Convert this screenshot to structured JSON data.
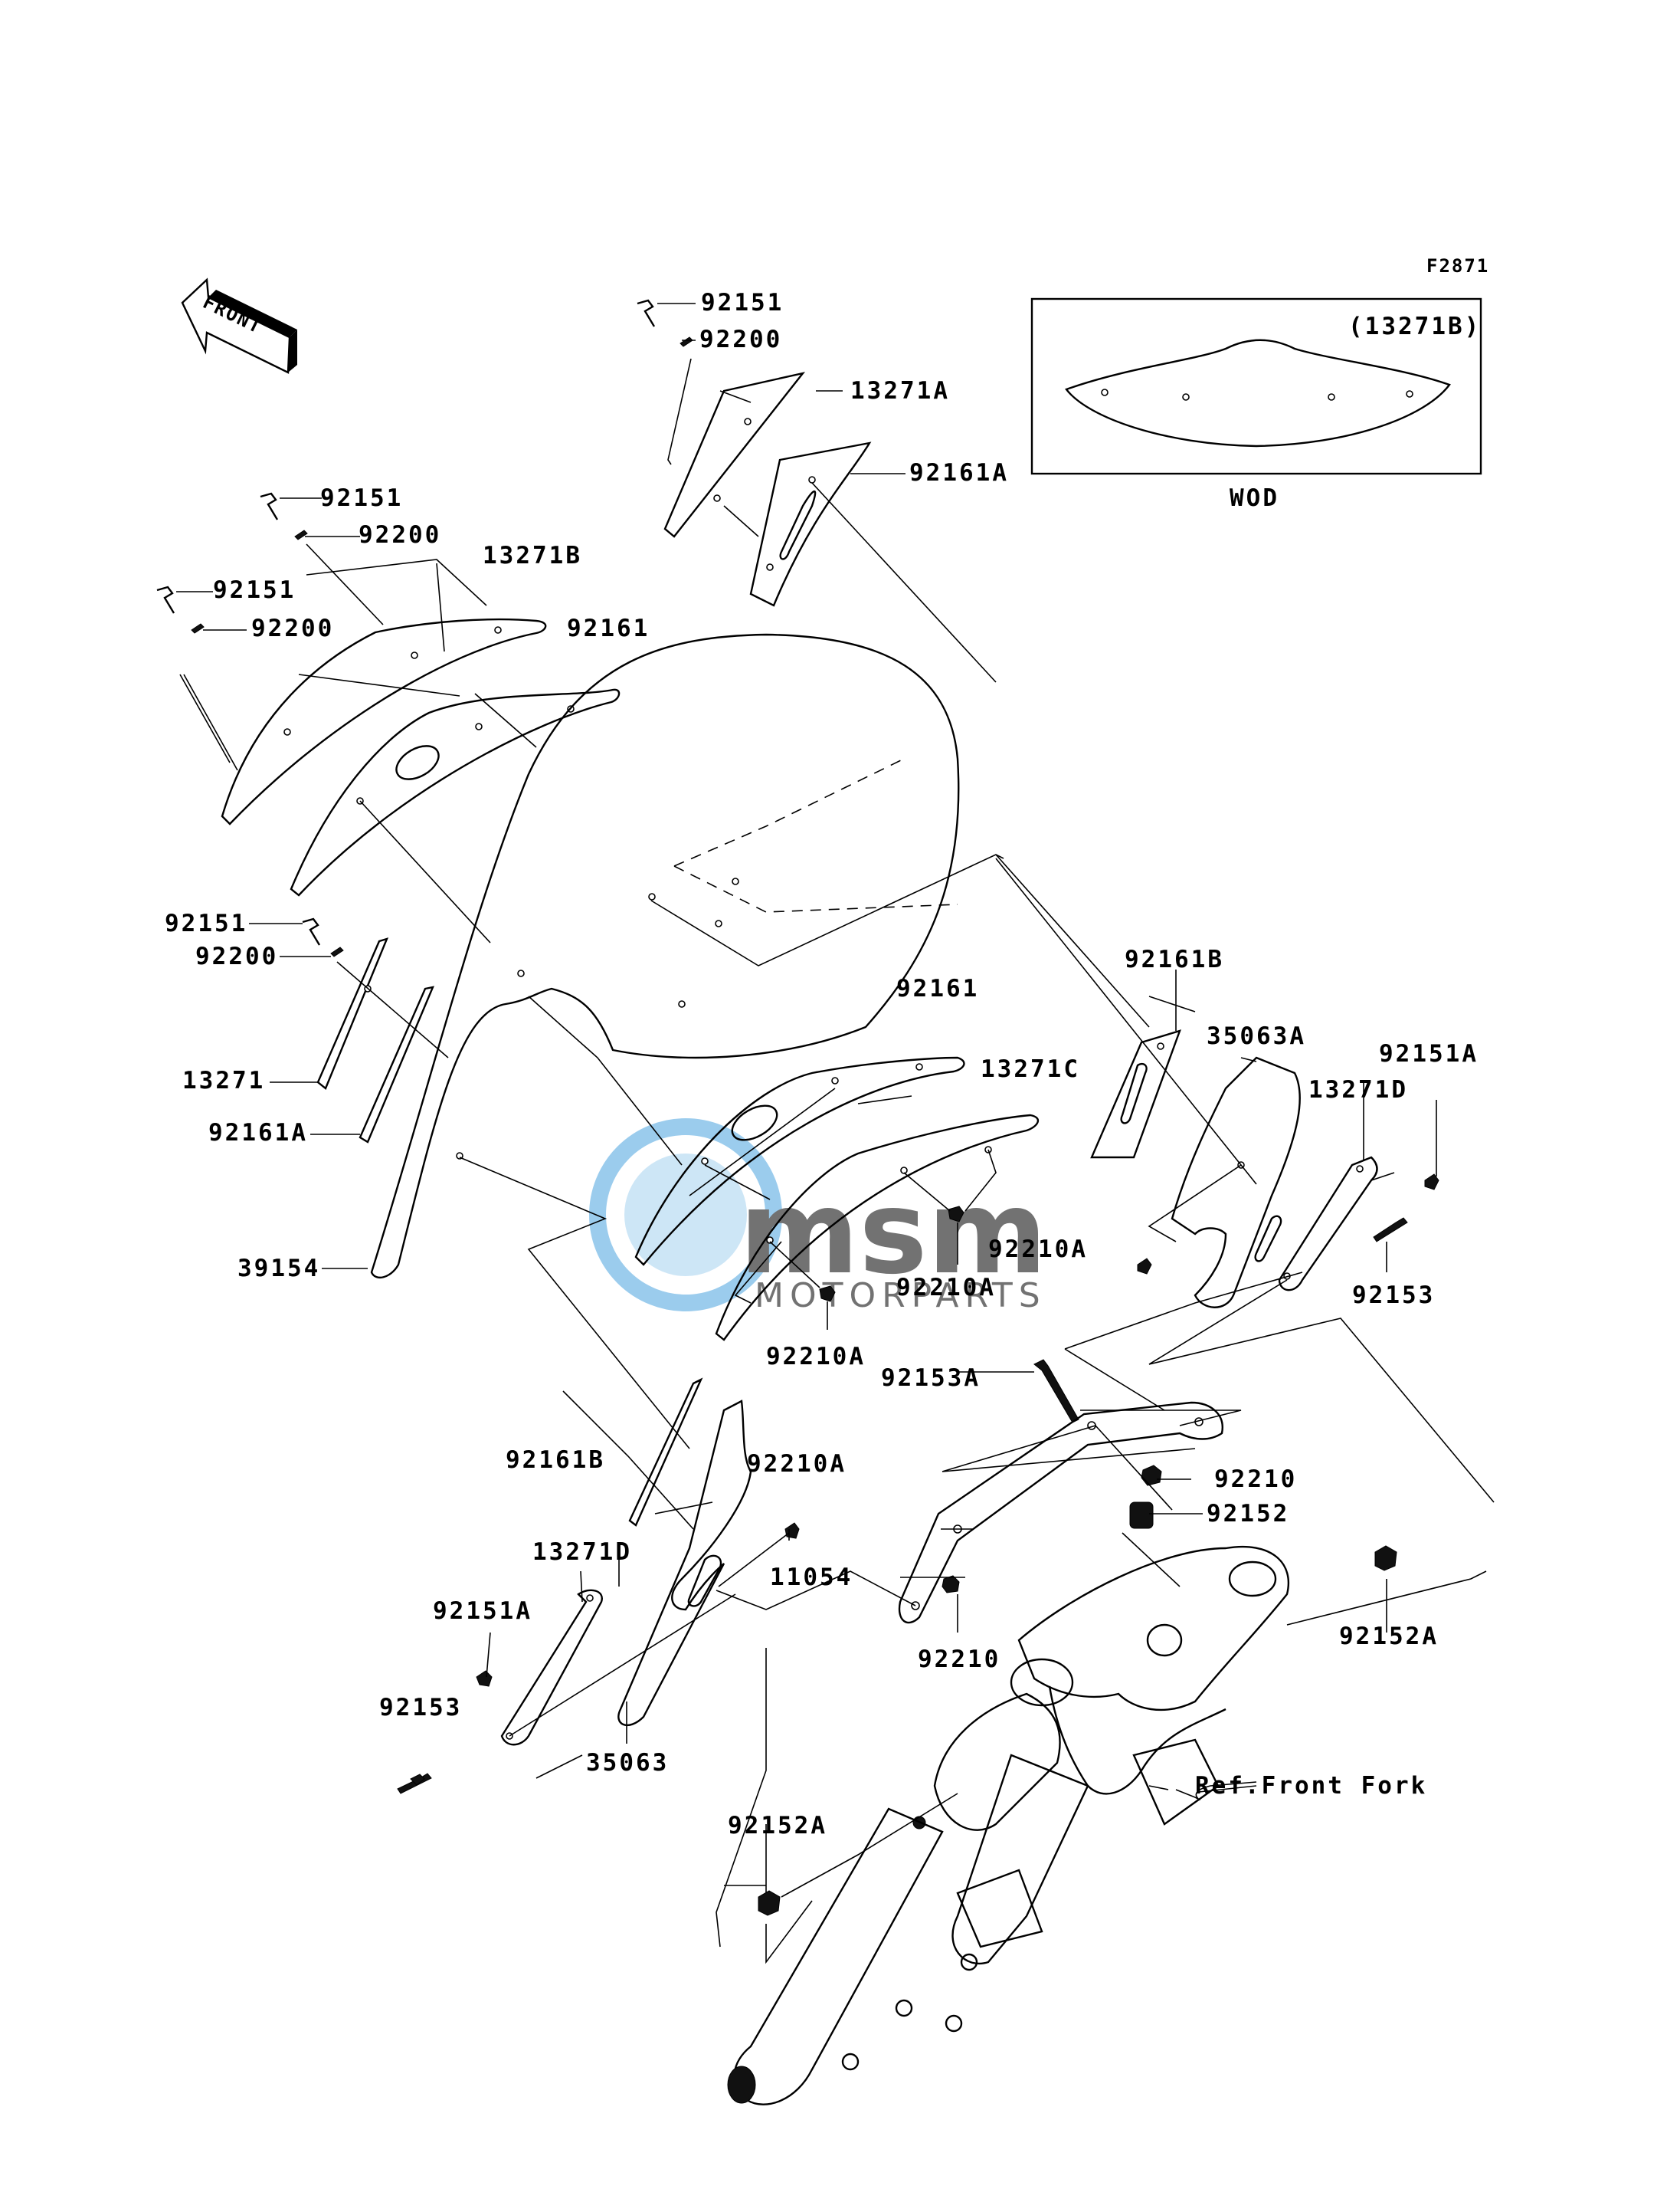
{
  "figure_code": "F2871",
  "front_arrow": "FRONT",
  "inset": {
    "part_ref": "(13271B)",
    "caption": "WOD"
  },
  "watermark": {
    "brand": "msm",
    "sub": "MOTORPARTS"
  },
  "labels": {
    "top_92151": "92151",
    "top_92200": "92200",
    "top_13271A": "13271A",
    "top_92161A": "92161A",
    "l1_92151": "92151",
    "l1_92200": "92200",
    "l1_13271B": "13271B",
    "l2_92151": "92151",
    "l2_92200": "92200",
    "l2_92161": "92161",
    "m_92151": "92151",
    "m_92200": "92200",
    "m_13271": "13271",
    "m_92161A": "92161A",
    "m_39154": "39154",
    "c_92161": "92161",
    "c_13271C": "13271C",
    "c_92210A_1": "92210A",
    "c_92210A_2": "92210A",
    "r_92161B": "92161B",
    "r_35063A": "35063A",
    "r_92151A": "92151A",
    "r_13271D": "13271D",
    "r_92210A": "92210A",
    "r_92153": "92153",
    "b_92153A": "92153A",
    "b_92161B": "92161B",
    "b_92210A": "92210A",
    "b_92210_1": "92210",
    "b_92152": "92152",
    "b_13271D": "13271D",
    "b_11054": "11054",
    "b_92151A": "92151A",
    "b_92152A_r": "92152A",
    "b_92210_2": "92210",
    "b_92153": "92153",
    "b_35063": "35063",
    "b_ref": "Ref.Front Fork",
    "b_92152A": "92152A"
  },
  "colors": {
    "line": "#000000",
    "watermark_blue": "#4aa3df",
    "watermark_gray": "#9aa3a8"
  }
}
